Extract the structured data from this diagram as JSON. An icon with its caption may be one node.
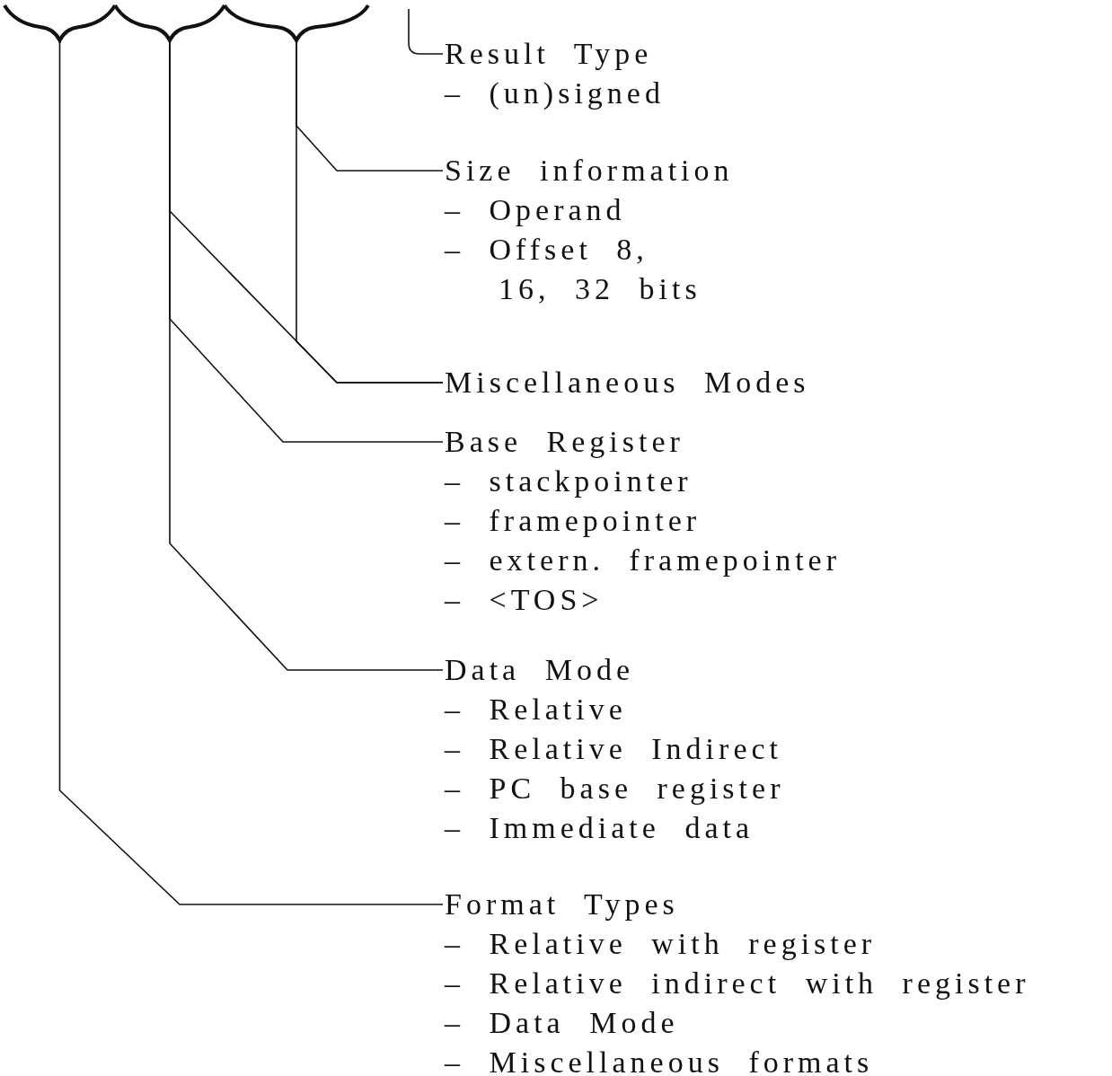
{
  "diagram": {
    "nodes": [
      {
        "text": [],
        "shape": "brace"
      },
      {
        "text": [],
        "shape": "brace"
      },
      {
        "text": [],
        "shape": "brace"
      },
      {
        "text": [
          "Result Type",
          "– (un)signed"
        ]
      },
      {
        "text": [
          "Size information",
          "– Operand",
          "– Offset 8, 16, 32 bits"
        ]
      },
      {
        "text": [
          "Miscellaneous Modes"
        ]
      },
      {
        "text": [
          "Base Register",
          "– stackpointer",
          "– framepointer",
          "– extern. framepointer",
          "– <TOS>"
        ]
      },
      {
        "text": [
          "Data Mode",
          "– Relative",
          "– Relative Indirect",
          "– PC base register",
          "– Immediate data"
        ]
      },
      {
        "text": [
          "Format Types",
          "– Relative with register",
          "– Relative indirect with register",
          "– Data Mode",
          "– Miscellaneous formats"
        ]
      }
    ],
    "edges": [
      {
        "from": null,
        "to": 3,
        "arrow": "none"
      },
      {
        "from": 2,
        "to": 4,
        "arrow": "none"
      },
      {
        "from": 2,
        "to": 5,
        "arrow": "none"
      },
      {
        "from": 1,
        "to": 5,
        "arrow": "none"
      },
      {
        "from": 1,
        "to": 6,
        "arrow": "none"
      },
      {
        "from": 1,
        "to": 7,
        "arrow": "none"
      },
      {
        "from": 0,
        "to": 8,
        "arrow": "none"
      }
    ]
  }
}
